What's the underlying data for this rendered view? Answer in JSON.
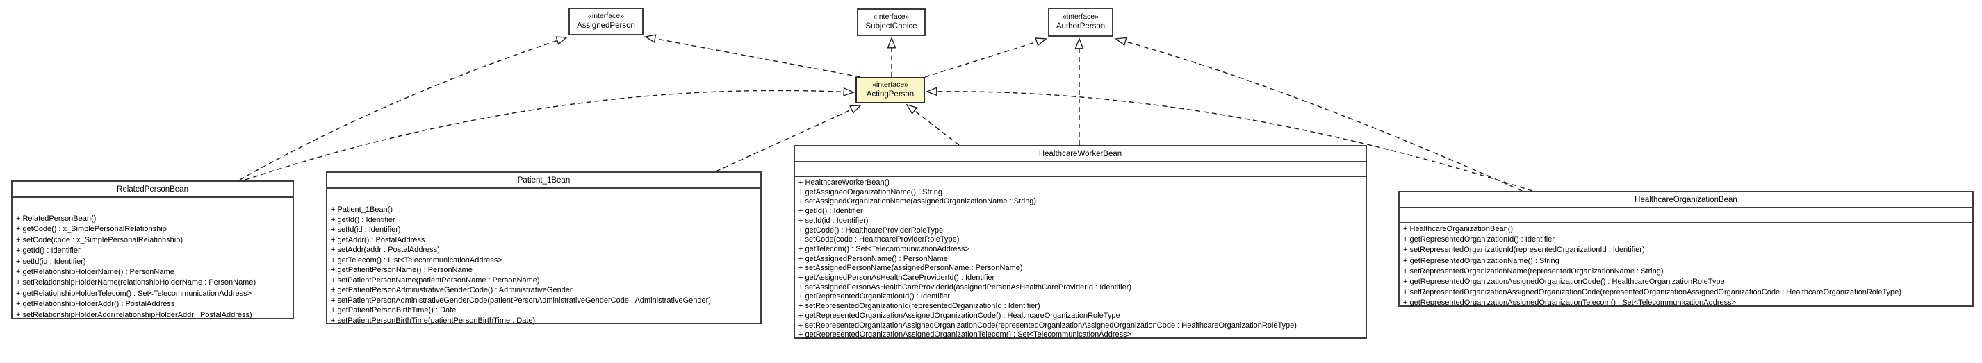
{
  "diagram": {
    "colors": {
      "background": "#ffffff",
      "box_border": "#3c3c3c",
      "highlight_fill": "#fbf6c8",
      "edge_line": "#1a1a1a"
    },
    "interfaces": [
      {
        "stereotype": "«interface»",
        "name": "AssignedPerson"
      },
      {
        "stereotype": "«interface»",
        "name": "SubjectChoice"
      },
      {
        "stereotype": "«interface»",
        "name": "AuthorPerson"
      },
      {
        "stereotype": "«interface»",
        "name": "ActingPerson"
      }
    ],
    "classes": [
      {
        "name": "RelatedPersonBean",
        "methods": [
          "+ RelatedPersonBean()",
          "+ getCode() : x_SimplePersonalRelationship",
          "+ setCode(code : x_SimplePersonalRelationship)",
          "+ getId() : Identifier",
          "+ setId(id : Identifier)",
          "+ getRelationshipHolderName() : PersonName",
          "+ setRelationshipHolderName(relationshipHolderName : PersonName)",
          "+ getRelationshipHolderTelecom() : Set<TelecommunicationAddress>",
          "+ getRelationshipHolderAddr() : PostalAddress",
          "+ setRelationshipHolderAddr(relationshipHolderAddr : PostalAddress)"
        ]
      },
      {
        "name": "Patient_1Bean",
        "methods": [
          "+ Patient_1Bean()",
          "+ getId() : Identifier",
          "+ setId(id : Identifier)",
          "+ getAddr() : PostalAddress",
          "+ setAddr(addr : PostalAddress)",
          "+ getTelecom() : List<TelecommunicationAddress>",
          "+ getPatientPersonName() : PersonName",
          "+ setPatientPersonName(patientPersonName : PersonName)",
          "+ getPatientPersonAdministrativeGenderCode() : AdministrativeGender",
          "+ setPatientPersonAdministrativeGenderCode(patientPersonAdministrativeGenderCode : AdministrativeGender)",
          "+ getPatientPersonBirthTime() : Date",
          "+ setPatientPersonBirthTime(patientPersonBirthTime : Date)"
        ]
      },
      {
        "name": "HealthcareWorkerBean",
        "methods": [
          "+ HealthcareWorkerBean()",
          "+ getAssignedOrganizationName() : String",
          "+ setAssignedOrganizationName(assignedOrganizationName : String)",
          "+ getId() : Identifier",
          "+ setId(id : Identifier)",
          "+ getCode() : HealthcareProviderRoleType",
          "+ setCode(code : HealthcareProviderRoleType)",
          "+ getTelecom() : Set<TelecommunicationAddress>",
          "+ getAssignedPersonName() : PersonName",
          "+ setAssignedPersonName(assignedPersonName : PersonName)",
          "+ getAssignedPersonAsHealthCareProviderId() : Identifier",
          "+ setAssignedPersonAsHealthCareProviderId(assignedPersonAsHealthCareProviderId : Identifier)",
          "+ getRepresentedOrganizationId() : Identifier",
          "+ setRepresentedOrganizationId(representedOrganizationId : Identifier)",
          "+ getRepresentedOrganizationAssignedOrganizationCode() : HealthcareOrganizationRoleType",
          "+ setRepresentedOrganizationAssignedOrganizationCode(representedOrganizationAssignedOrganizationCode : HealthcareOrganizationRoleType)",
          "+ getRepresentedOrganizationAssignedOrganizationTelecom() : Set<TelecommunicationAddress>"
        ]
      },
      {
        "name": "HealthcareOrganizationBean",
        "methods": [
          "+ HealthcareOrganizationBean()",
          "+ getRepresentedOrganizationId() : Identifier",
          "+ setRepresentedOrganizationId(representedOrganizationId : Identifier)",
          "+ getRepresentedOrganizationName() : String",
          "+ setRepresentedOrganizationName(representedOrganizationName : String)",
          "+ getRepresentedOrganizationAssignedOrganizationCode() : HealthcareOrganizationRoleType",
          "+ setRepresentedOrganizationAssignedOrganizationCode(representedOrganizationAssignedOrganizationCode : HealthcareOrganizationRoleType)",
          "+ getRepresentedOrganizationAssignedOrganizationTelecom() : Set<TelecommunicationAddress>"
        ]
      }
    ]
  }
}
